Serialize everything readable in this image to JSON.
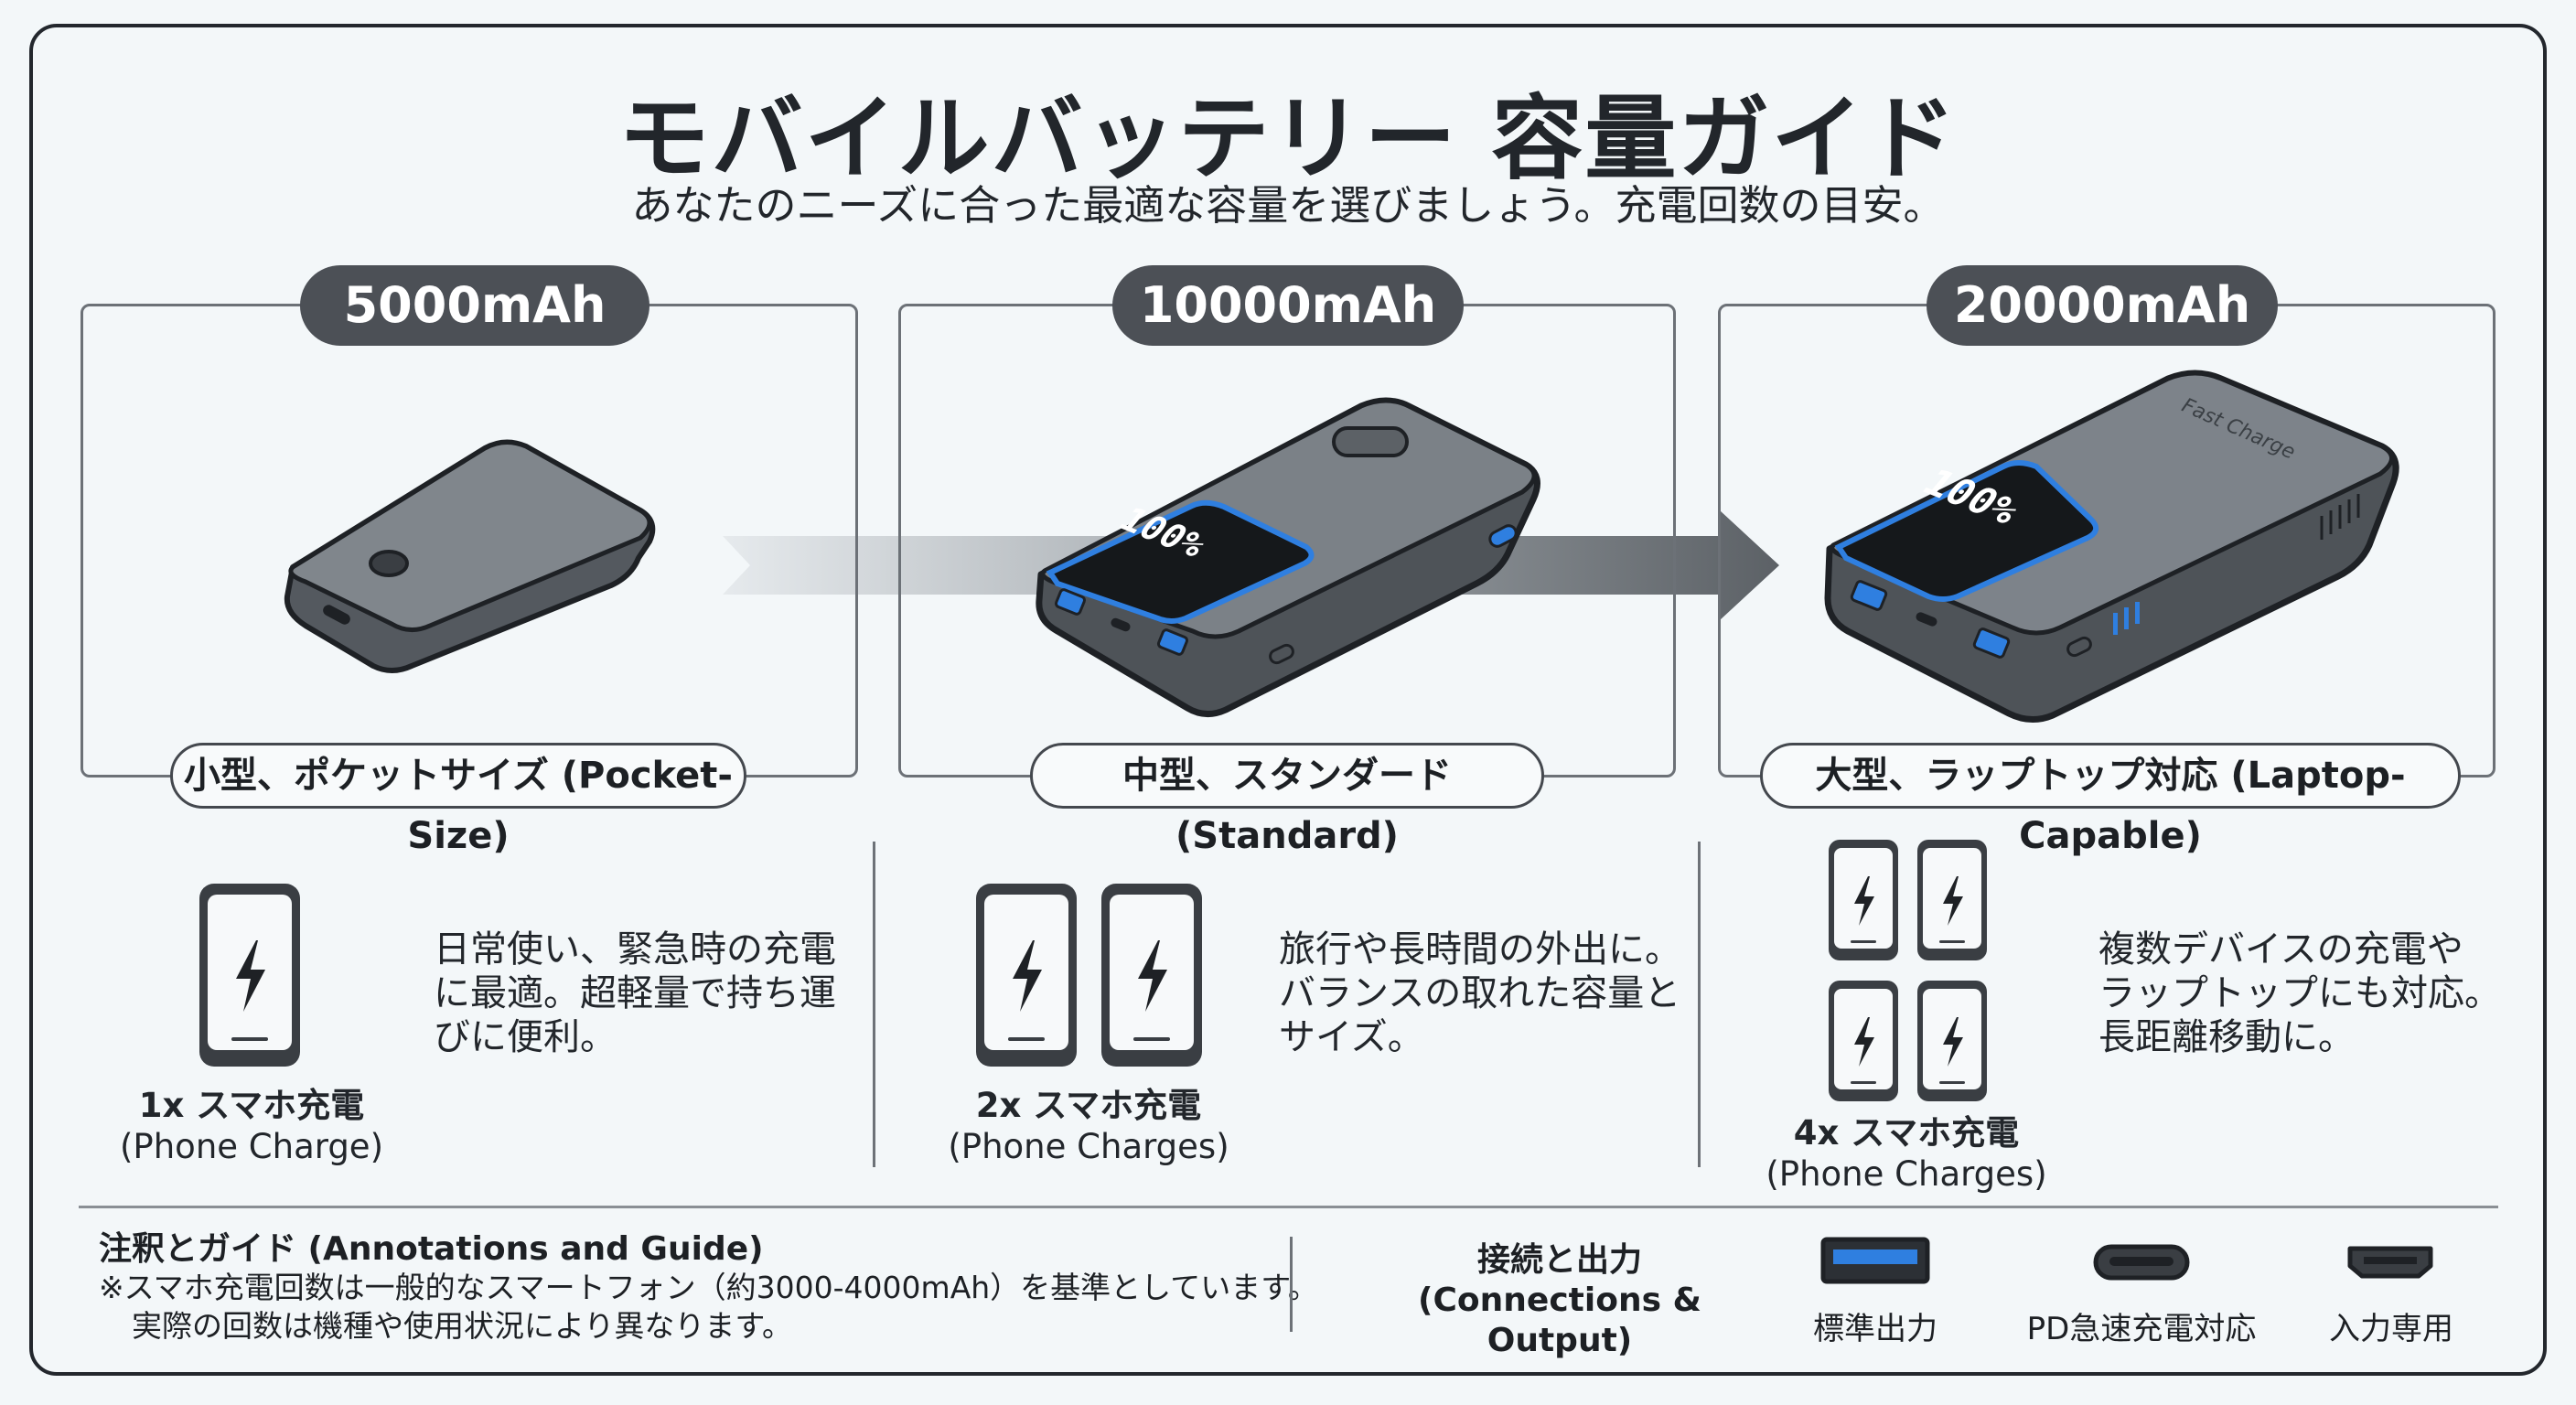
{
  "title": "モバイルバッテリー 容量ガイド",
  "subtitle": "あなたのニーズに合った最適な容量を選びましょう。充電回数の目安。",
  "tiers": [
    {
      "capacity": "5000mAh",
      "caption": "小型、ポケットサイズ (Pocket-Size)",
      "description": [
        "日常使い、緊急時の充電",
        "に最適。超軽量で持ち運",
        "びに便利。"
      ],
      "count_label": "1x スマホ充電",
      "count_sub": "(Phone Charge)",
      "phones": 1
    },
    {
      "capacity": "10000mAh",
      "caption": "中型、スタンダード (Standard)",
      "description": [
        "旅行や長時間の外出に。",
        "バランスの取れた容量と",
        "サイズ。"
      ],
      "count_label": "2x スマホ充電",
      "count_sub": "(Phone Charges)",
      "phones": 2,
      "display": "100%"
    },
    {
      "capacity": "20000mAh",
      "caption": "大型、ラップトップ対応 (Laptop-Capable)",
      "description": [
        "複数デバイスの充電や",
        "ラップトップにも対応。",
        "長距離移動に。"
      ],
      "count_label": "4x スマホ充電",
      "count_sub": "(Phone Charges)",
      "phones": 4,
      "display": "100%",
      "print": "Fast Charge"
    }
  ],
  "annotations": {
    "heading": "注釈とガイド (Annotations and Guide)",
    "lines": [
      "※スマホ充電回数は一般的なスマートフォン（約3000-4000mAh）を基準としています。",
      "実際の回数は機種や使用状況により異なります。"
    ]
  },
  "connections": {
    "heading_line1": "接続と出力",
    "heading_line2": "(Connections & Output)",
    "ports": [
      {
        "icon": "usb-a-port-icon",
        "label": "標準出力"
      },
      {
        "icon": "usb-c-port-icon",
        "label": "PD急速充電対応"
      },
      {
        "icon": "micro-usb-port-icon",
        "label": "入力専用"
      }
    ]
  },
  "colors": {
    "accent": "#2f7fe0",
    "pill": "#4c5056",
    "device": "#5e6369",
    "outline": "#1e2125"
  }
}
